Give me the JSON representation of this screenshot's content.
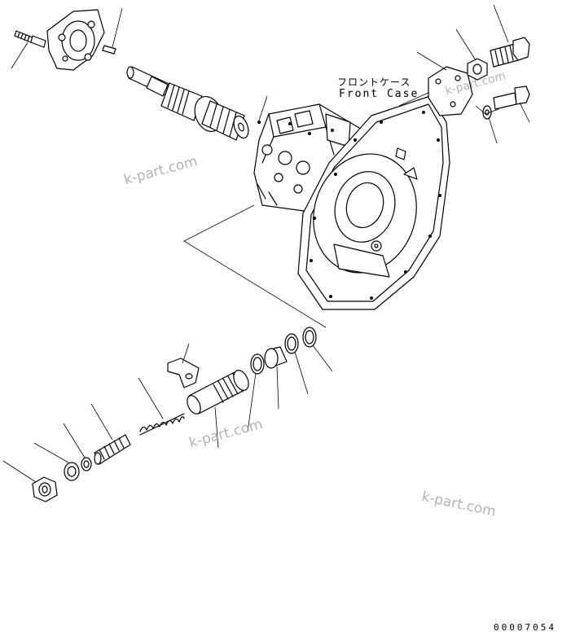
{
  "diagram": {
    "callout_jp": "フロントケース",
    "callout_en": "Front Case",
    "drawing_number": "00007054",
    "watermarks": [
      "k-part.com",
      "k-part.com",
      "k-part.com",
      "k-part.com"
    ]
  }
}
